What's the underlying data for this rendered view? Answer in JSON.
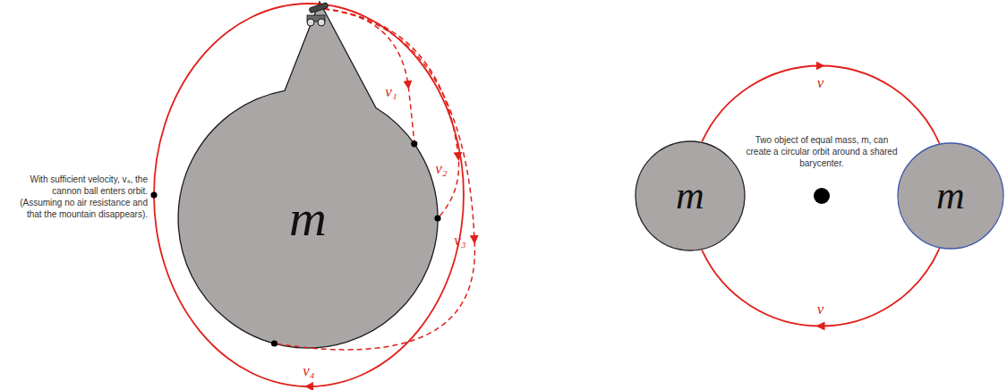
{
  "diagram": {
    "nodes": [
      {
        "text": [
          "m"
        ]
      },
      {
        "text": [
          "m"
        ]
      },
      {
        "text": [
          "m"
        ]
      }
    ],
    "edges": [
      {
        "from": 1,
        "to": 2,
        "label": "v",
        "arrow": "to"
      },
      {
        "from": 2,
        "to": 1,
        "label": "v",
        "arrow": "to"
      }
    ],
    "labels": [
      "v₁",
      "v₂",
      "v₃",
      "v₄",
      "With sufficient velocity, v₄, the cannon ball enters orbit. (Assuming no air resistance and that the mountain disappears).",
      "Two object of equal mass, m, can create a circular orbit around a shared barycenter."
    ]
  }
}
